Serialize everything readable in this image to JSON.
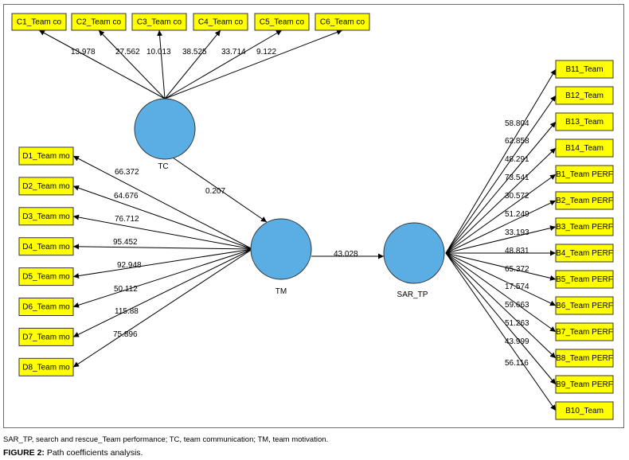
{
  "diagram": {
    "latent": {
      "TC": "TC",
      "TM": "TM",
      "SAR_TP": "SAR_TP"
    },
    "c_indicators": [
      {
        "label": "C1_Team co",
        "coef": "13.978"
      },
      {
        "label": "C2_Team co",
        "coef": "27.562"
      },
      {
        "label": "C3_Team co",
        "coef": "10.013"
      },
      {
        "label": "C4_Team co",
        "coef": "38.525"
      },
      {
        "label": "C5_Team co",
        "coef": "33.714"
      },
      {
        "label": "C6_Team co",
        "coef": "9.122"
      }
    ],
    "d_indicators": [
      {
        "label": "D1_Team mo",
        "coef": "66.372"
      },
      {
        "label": "D2_Team mo",
        "coef": "64.676"
      },
      {
        "label": "D3_Team mo",
        "coef": "76.712"
      },
      {
        "label": "D4_Team mo",
        "coef": "95.452"
      },
      {
        "label": "D5_Team mo",
        "coef": "92.948"
      },
      {
        "label": "D6_Team mo",
        "coef": "50.112"
      },
      {
        "label": "D7_Team mo",
        "coef": "115.88"
      },
      {
        "label": "D8_Team mo",
        "coef": "75.896"
      }
    ],
    "b_indicators": [
      {
        "label": "B11_Team",
        "coef": "58.804"
      },
      {
        "label": "B12_Team",
        "coef": "62.858"
      },
      {
        "label": "B13_Team",
        "coef": "48.291"
      },
      {
        "label": "B14_Team",
        "coef": "73.541"
      },
      {
        "label": "B1_Team PERF",
        "coef": "30.572"
      },
      {
        "label": "B2_Team PERF",
        "coef": "51.249"
      },
      {
        "label": "B3_Team PERF",
        "coef": "33.193"
      },
      {
        "label": "B4_Team PERF",
        "coef": "48.831"
      },
      {
        "label": "B5_Team PERF",
        "coef": "65.372"
      },
      {
        "label": "B6_Team PERF",
        "coef": "17.574"
      },
      {
        "label": "B7_Team PERF",
        "coef": "59.663"
      },
      {
        "label": "B8_Team PERF",
        "coef": "51.263"
      },
      {
        "label": "B9_Team PERF",
        "coef": "43.999"
      },
      {
        "label": "B10_Team",
        "coef": "56.116"
      }
    ],
    "paths": {
      "tc_tm": "0.207",
      "tm_sar": "43.028"
    }
  },
  "caption": {
    "abbreviations": "SAR_TP, search and rescue_Team performance; TC, team communication; TM, team motivation.",
    "figure_number": "FIGURE 2:",
    "figure_title": "Path coefficients analysis."
  }
}
